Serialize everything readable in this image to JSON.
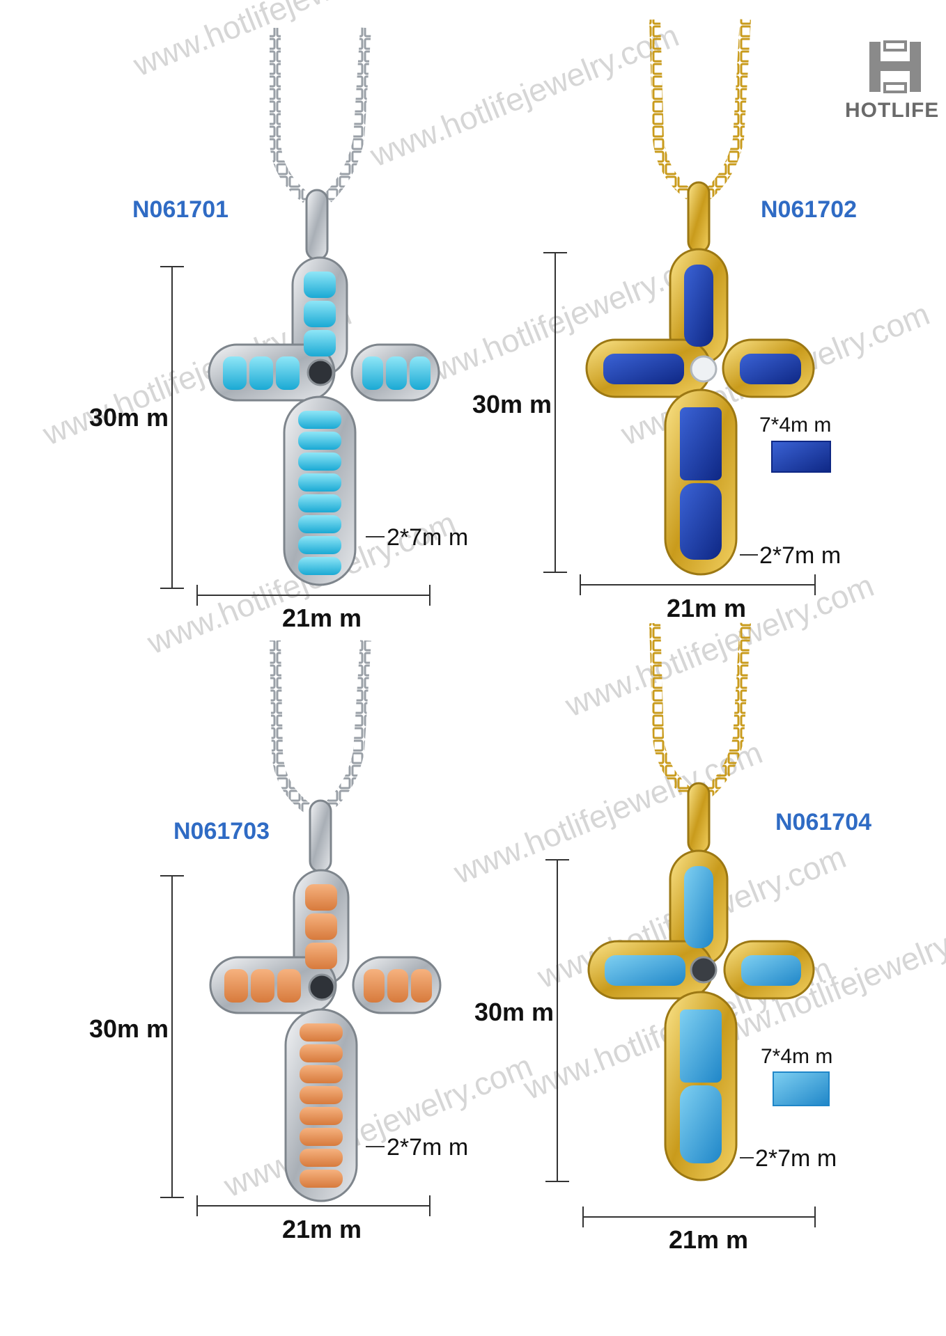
{
  "watermark_text": "www.hotlifejewelry.com",
  "brand": {
    "name": "HOTLIFE",
    "logo": "H-monogram-logo"
  },
  "colors": {
    "code_label": "#2f6bc4",
    "silver_metal": "#c9cdd2",
    "gold_metal": "#d9b22f",
    "turquoise_bead": "#2fc3e6",
    "lapis_stone": "#1c3fb0",
    "orange_bead": "#e89356",
    "sky_opal": "#3fa9e0"
  },
  "products": [
    {
      "code": "N061701",
      "metal": "silver",
      "stone": "turquoise beads",
      "height": "30m m",
      "width": "21m m",
      "bead": "2*7m m"
    },
    {
      "code": "N061702",
      "metal": "gold",
      "stone": "lapis lazuli",
      "height": "30m m",
      "width": "21m m",
      "bead": "2*7m m",
      "inlay": "7*4m m"
    },
    {
      "code": "N061703",
      "metal": "silver",
      "stone": "orange beads",
      "height": "30m m",
      "width": "21m m",
      "bead": "2*7m m"
    },
    {
      "code": "N061704",
      "metal": "gold",
      "stone": "blue opal",
      "height": "30m m",
      "width": "21m m",
      "bead": "2*7m m",
      "inlay": "7*4m m"
    }
  ]
}
